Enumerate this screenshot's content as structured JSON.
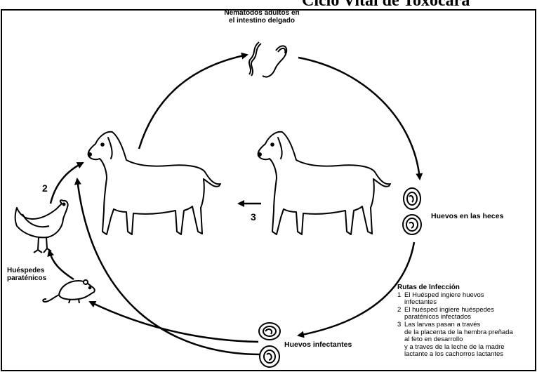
{
  "title": "Ciclo Vital de Toxocara",
  "labels": {
    "adult_worms": [
      "Nematodos adultos en",
      "el intestino delgado"
    ],
    "eggs_in_feces": "Huevos en las heces",
    "infective_eggs": "Huevos infectantes",
    "paratenic_hosts": [
      "Huéspedes",
      "paraténicos"
    ]
  },
  "steps": {
    "two": "2",
    "three": "3"
  },
  "routes": {
    "title": "Rutas de Infección",
    "items": [
      {
        "n": "1",
        "lines": [
          "El Huésped ingiere huevos",
          "infectantes"
        ]
      },
      {
        "n": "2",
        "lines": [
          "El huésped ingiere huéspedes",
          "paraténicos infectados"
        ]
      },
      {
        "n": "3",
        "lines": [
          "Las larvas pasan a través",
          "de la placenta de la hembra preñada",
          "al feto en desarrollo",
          "y a traves de la leche de la madre",
          "lactante a los cachorros lactantes"
        ]
      }
    ]
  },
  "colors": {
    "line": "#000000",
    "background": "#ffffff"
  }
}
